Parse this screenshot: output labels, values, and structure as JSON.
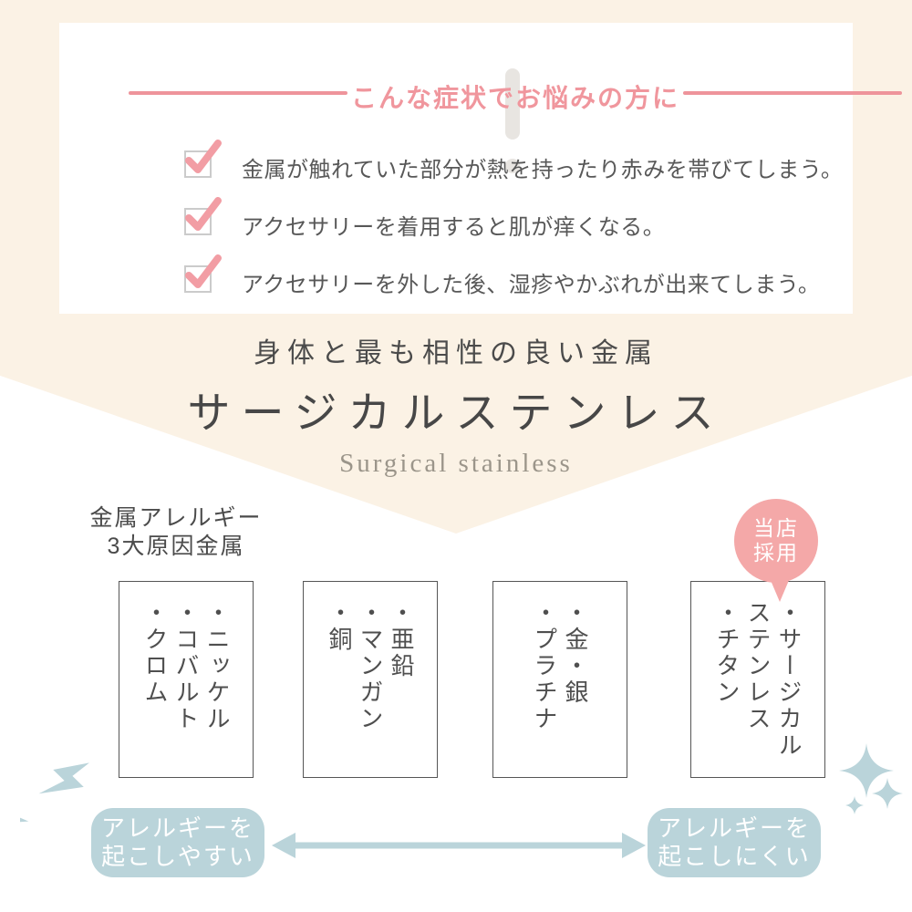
{
  "colors": {
    "cream": "#fbf2e5",
    "accent_pink": "#f0969d",
    "badge_pink": "#f4a8a8",
    "accent_blue": "#bad4da",
    "text_dark": "#4f4f4f"
  },
  "symptoms": {
    "heading": "こんな症状でお悩みの方に",
    "items": [
      "金属が触れていた部分が熱を持ったり赤みを帯びてしまう。",
      "アクセサリーを着用すると肌が痒くなる。",
      "アクセサリーを外した後、湿疹やかぶれが出来てしまう。"
    ]
  },
  "hero": {
    "subtitle": "身体と最も相性の良い金属",
    "title": "サージカルステンレス",
    "subtitle_en": "Surgical stainless"
  },
  "comparison": {
    "caption_line1": "金属アレルギー",
    "caption_line2": "3大原因金属",
    "badge_line1": "当店",
    "badge_line2": "採用",
    "boxes": [
      {
        "lines": [
          "・ニッケル",
          "・コバルト",
          "・クロム"
        ]
      },
      {
        "lines": [
          "・亜鉛",
          "・マンガン",
          "・銅"
        ]
      },
      {
        "lines": [
          "・金・銀",
          "・プラチナ"
        ]
      },
      {
        "lines": [
          "・サージカル",
          "ステンレス",
          "・チタン"
        ]
      }
    ],
    "left_label_line1": "アレルギーを",
    "left_label_line2": "起こしやすい",
    "right_label_line1": "アレルギーを",
    "right_label_line2": "起こしにくい"
  }
}
